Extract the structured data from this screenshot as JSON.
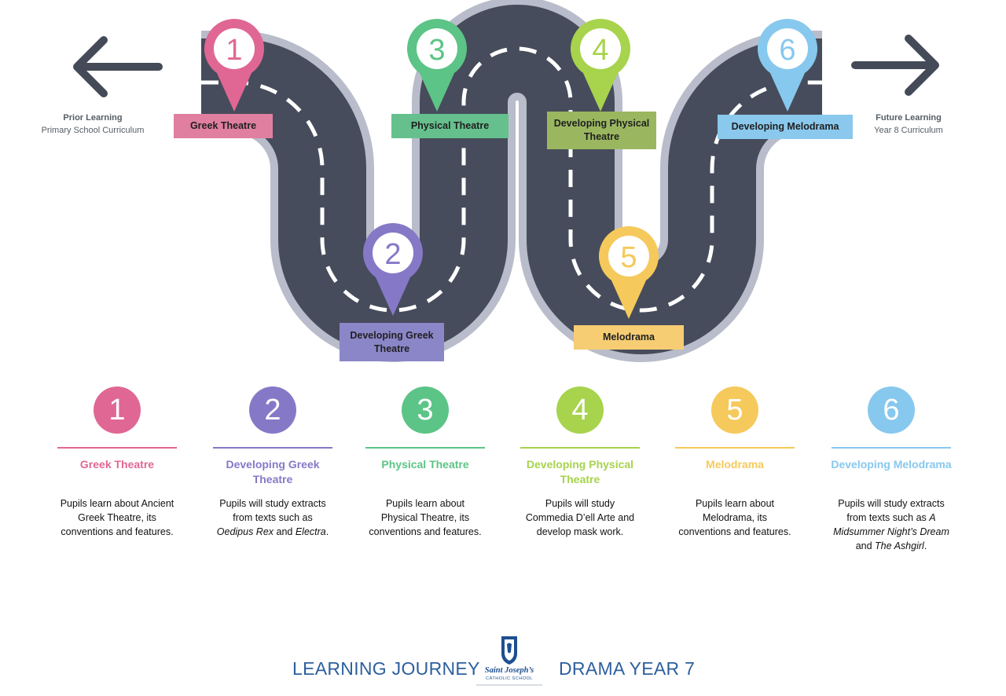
{
  "prior": {
    "title": "Prior Learning",
    "subtitle": "Primary School Curriculum"
  },
  "future": {
    "title": "Future Learning",
    "subtitle": "Year 8 Curriculum"
  },
  "stops": [
    {
      "num": "1",
      "label": "Greek Theatre",
      "color": "#e06794",
      "label_bg": "#e07f9f"
    },
    {
      "num": "2",
      "label": "Developing Greek Theatre",
      "color": "#8579c7",
      "label_bg": "#8b86c7"
    },
    {
      "num": "3",
      "label": "Physical Theatre",
      "color": "#5cc486",
      "label_bg": "#66c08e"
    },
    {
      "num": "4",
      "label": "Developing Physical Theatre",
      "color": "#a7d34d",
      "label_bg": "#9ab760"
    },
    {
      "num": "5",
      "label": "Melodrama",
      "color": "#f5c95b",
      "label_bg": "#f6cd73"
    },
    {
      "num": "6",
      "label": "Developing Melodrama",
      "color": "#87c8ee",
      "label_bg": "#8ac9ed"
    }
  ],
  "columns": [
    {
      "num": "1",
      "title": "Greek Theatre",
      "color": "#e06794",
      "desc": [
        [
          "Pupils learn about Ancient Greek Theatre, its conventions and features.",
          false
        ]
      ]
    },
    {
      "num": "2",
      "title": "Developing Greek Theatre",
      "color": "#8579c7",
      "desc": [
        [
          "Pupils will study extracts from texts such as ",
          false
        ],
        [
          "Oedipus Rex",
          true
        ],
        [
          " and ",
          false
        ],
        [
          "Electra",
          true
        ],
        [
          ".",
          false
        ]
      ]
    },
    {
      "num": "3",
      "title": "Physical Theatre",
      "color": "#5cc486",
      "desc": [
        [
          "Pupils learn about Physical Theatre, its conventions and features.",
          false
        ]
      ]
    },
    {
      "num": "4",
      "title": "Developing Physical Theatre",
      "color": "#a7d34d",
      "desc": [
        [
          "Pupils will study Commedia D’ell Arte and develop mask work.",
          false
        ]
      ]
    },
    {
      "num": "5",
      "title": "Melodrama",
      "color": "#f5c95b",
      "desc": [
        [
          "Pupils learn about Melodrama, its conventions and features.",
          false
        ]
      ]
    },
    {
      "num": "6",
      "title": "Developing Melodrama",
      "color": "#87c8ee",
      "desc": [
        [
          "Pupils will study extracts from texts such as ",
          false
        ],
        [
          "A Midsummer Night’s Dream",
          true
        ],
        [
          " and ",
          false
        ],
        [
          "The Ashgirl",
          true
        ],
        [
          ".",
          false
        ]
      ]
    }
  ],
  "footer": {
    "left": "LEARNING JOURNEY",
    "right": "DRAMA YEAR 7",
    "logo_line1": "Saint Joseph’s",
    "logo_line2": "CATHOLIC SCHOOL"
  },
  "colors": {
    "road": "#464c5b",
    "road_edge": "#b9bcca",
    "arrow": "#444a57",
    "footer": "#2d5f9e"
  }
}
